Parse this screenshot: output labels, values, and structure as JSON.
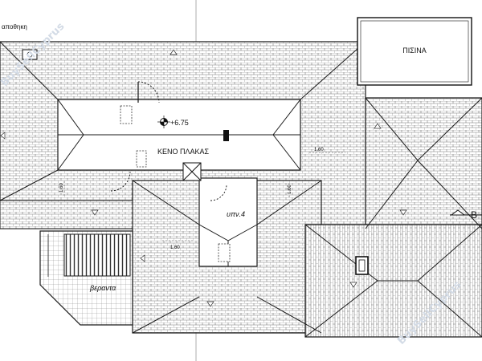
{
  "labels": {
    "top_left": "αποθηκη",
    "pool": "ΠΙΣΙΝΑ",
    "elevation": "+6.75",
    "void": "ΚΕΝΟ ΠΛΑΚΑΣ",
    "bedroom": "υπν.4",
    "veranda": "βεραντα",
    "section": "B",
    "dim_right": "1.60",
    "dim_left": "1.60",
    "dim_bottom": "1.60",
    "dim_mid": "1.60"
  },
  "watermark": {
    "top": "BuySellCyprus",
    "bottom": "BuySellCyprus"
  },
  "colors": {
    "line": "#1a1a1a",
    "tile": "#6b6b6b",
    "watermark": "#d3dbe6"
  }
}
